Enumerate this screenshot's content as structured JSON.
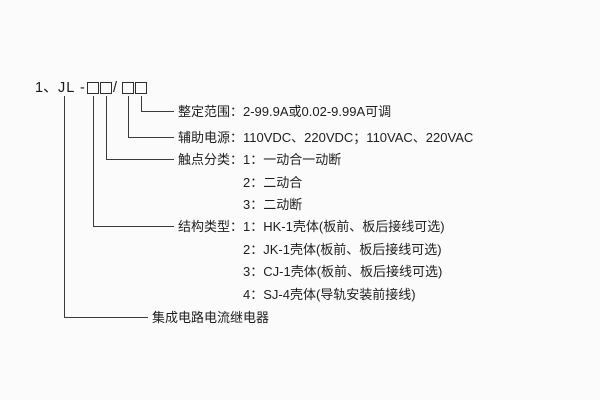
{
  "model": {
    "index": "1、",
    "code": "JL",
    "dash": "-",
    "slash": "/"
  },
  "callouts": {
    "setting_range": "整定范围：2-99.9A或0.02-9.99A可调",
    "aux_power": "辅助电源：110VDC、220VDC；110VAC、220VAC",
    "contact": {
      "label": "触点分类：",
      "items": [
        "1：一动合一动断",
        "2：二动合",
        "3：二动断"
      ]
    },
    "structure": {
      "label": "结构类型：",
      "items": [
        "1：HK-1壳体(板前、板后接线可选)",
        "2：JK-1壳体(板前、板后接线可选)",
        "3：CJ-1壳体(板前、板后接线可选)",
        "4：SJ-4壳体(导轨安装前接线)"
      ]
    },
    "product": "集成电路电流继电器"
  }
}
